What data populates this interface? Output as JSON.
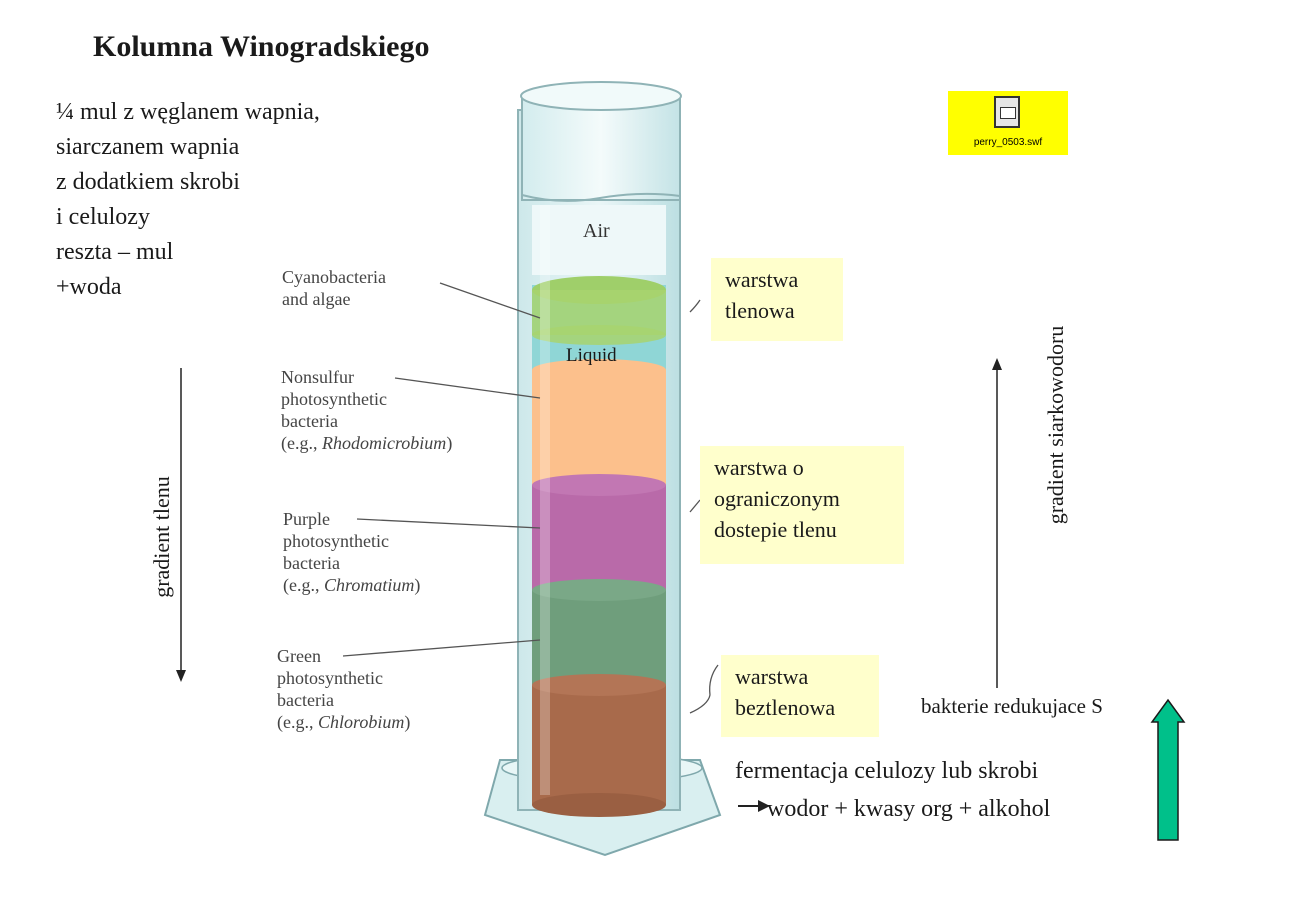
{
  "title": "Kolumna Winogradskiego",
  "recipe": [
    "¼ mul z węglanem wapnia,",
    "siarczanem wapnia",
    "z dodatkiem skrobi",
    "i celulozy",
    "reszta – mul",
    "+woda"
  ],
  "column": {
    "air": "Air",
    "liquid": "Liquid"
  },
  "labels": {
    "cyano": [
      "Cyanobacteria",
      "and algae"
    ],
    "nonsulfur": {
      "lines": [
        "Nonsulfur",
        "photosynthetic",
        "bacteria"
      ],
      "example_prefix": "(e.g., ",
      "example_genus": "Rhodomicrobium",
      "example_suffix": ")"
    },
    "purple": {
      "lines": [
        "Purple",
        "photosynthetic",
        "bacteria"
      ],
      "example_prefix": "(e.g., ",
      "example_genus": "Chromatium",
      "example_suffix": ")"
    },
    "green": {
      "lines": [
        "Green",
        "photosynthetic",
        "bacteria"
      ],
      "example_prefix": "(e.g., ",
      "example_genus": "Chlorobium",
      "example_suffix": ")"
    }
  },
  "notes": {
    "aerobic": [
      "warstwa",
      "tlenowa"
    ],
    "limited": [
      "warstwa o",
      "ograniczonym",
      "dostepie tlenu"
    ],
    "anaerobic": [
      "warstwa",
      "beztlenowa"
    ]
  },
  "file": {
    "name": "perry_0503.swf",
    "icon": "flash-file-icon"
  },
  "gradient_oxygen": "gradient tlenu",
  "gradient_h2s": "gradient siarkowodoru",
  "bacteria_reducing": "bakterie redukujace S",
  "fermentation": [
    "fermentacja celulozy lub skrobi",
    "wodor + kwasy org + alkohol"
  ],
  "colors": {
    "note_bg": "#ffffcc",
    "file_bg": "#ffff00",
    "arrow_green": "#00c08a",
    "liquid": "#8fd6d6",
    "nonsulfur": "#fcc08c",
    "purple": "#b96aa9",
    "green_layer": "#6f9e7c",
    "brown": "#a86a4b"
  }
}
